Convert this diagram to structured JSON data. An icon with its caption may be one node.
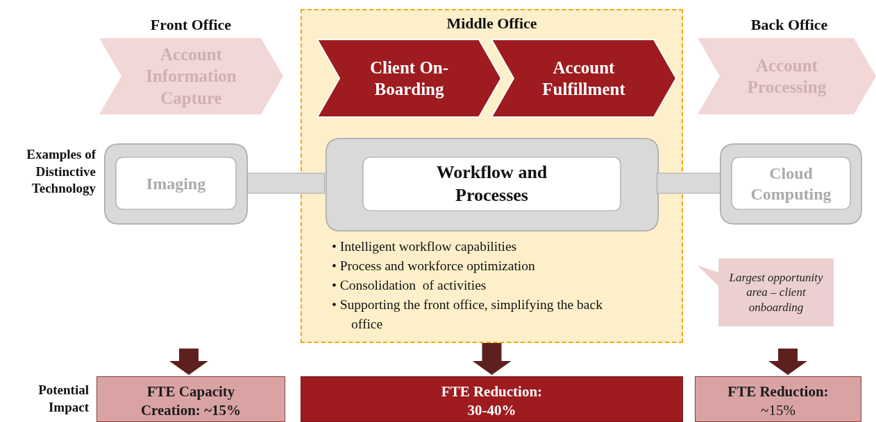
{
  "diagram": {
    "nodes": [
      {
        "text": [
          "Middle Office"
        ]
      },
      {
        "text": [
          "Account Information Capture"
        ]
      },
      {
        "text": [
          "Client On-Boarding"
        ],
        "in": 0
      },
      {
        "text": [
          "Account Fulfillment"
        ],
        "in": 0
      },
      {
        "text": [
          "Account Processing"
        ]
      },
      {
        "text": [
          "Imaging"
        ]
      },
      {
        "text": [
          "Workflow and Processes"
        ],
        "in": 0
      },
      {
        "text": [
          "Cloud Computing"
        ]
      },
      {
        "text": [
          "Largest opportunity area – client onboarding"
        ]
      },
      {
        "text": [
          "**FTE Capacity Creation:** ~15%"
        ]
      },
      {
        "text": [
          "FTE Reduction:",
          "30-40%"
        ]
      },
      {
        "text": [
          "FTE Reduction:",
          "~15%"
        ]
      }
    ],
    "edges": [
      {
        "from": 5,
        "to": 6,
        "arrow": "none",
        "color": "#d9d9d9"
      },
      {
        "from": 6,
        "to": 7,
        "arrow": "none",
        "color": "#d9d9d9"
      },
      {
        "from": null,
        "to": 9,
        "arrow": "to"
      },
      {
        "from": 0,
        "to": 10,
        "arrow": "to"
      },
      {
        "from": null,
        "to": 11,
        "arrow": "to"
      }
    ],
    "labels": [
      "Front Office",
      "Back Office",
      "Examples of Distinctive Technology",
      "• Intelligent workflow capabilities",
      "• Process and workforce optimization",
      "• Consolidation  of activities",
      "• Supporting the front office, simplifying the back office",
      "Potential Impact"
    ]
  }
}
